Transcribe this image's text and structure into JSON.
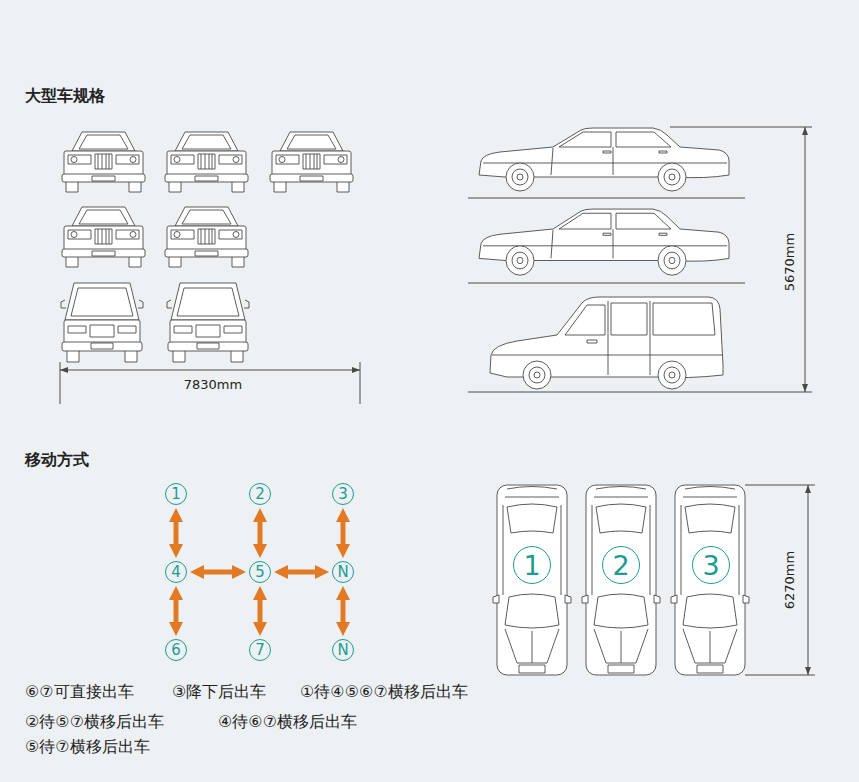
{
  "diagram": {
    "nodes": [
      {
        "text": [
          "1"
        ]
      },
      {
        "text": [
          "2"
        ]
      },
      {
        "text": [
          "3"
        ]
      },
      {
        "text": [
          "4"
        ]
      },
      {
        "text": [
          "5"
        ]
      },
      {
        "text": [
          "N"
        ]
      },
      {
        "text": [
          "6"
        ]
      },
      {
        "text": [
          "7"
        ]
      },
      {
        "text": [
          "N"
        ]
      },
      {
        "text": [
          "1"
        ]
      },
      {
        "text": [
          "2"
        ]
      },
      {
        "text": [
          "3"
        ]
      }
    ],
    "edges": [
      {
        "from": 0,
        "to": 3,
        "arrow": "both"
      },
      {
        "from": 1,
        "to": 4,
        "arrow": "both"
      },
      {
        "from": 2,
        "to": 5,
        "arrow": "both"
      },
      {
        "from": 3,
        "to": 4,
        "arrow": "both"
      },
      {
        "from": 4,
        "to": 5,
        "arrow": "both"
      },
      {
        "from": 3,
        "to": 6,
        "arrow": "both"
      },
      {
        "from": 4,
        "to": 7,
        "arrow": "both"
      },
      {
        "from": 5,
        "to": 8,
        "arrow": "both"
      }
    ],
    "labels": [
      "大型车规格",
      "7830mm",
      "5670mm",
      "移动方式",
      "6270mm",
      "⑥⑦可直接出车",
      "③降下后出车",
      "①待④⑤⑥⑦横移后出车",
      "②待⑤⑦横移后出车",
      "④待⑥⑦横移后出车",
      "⑤待⑦横移后出车"
    ]
  }
}
